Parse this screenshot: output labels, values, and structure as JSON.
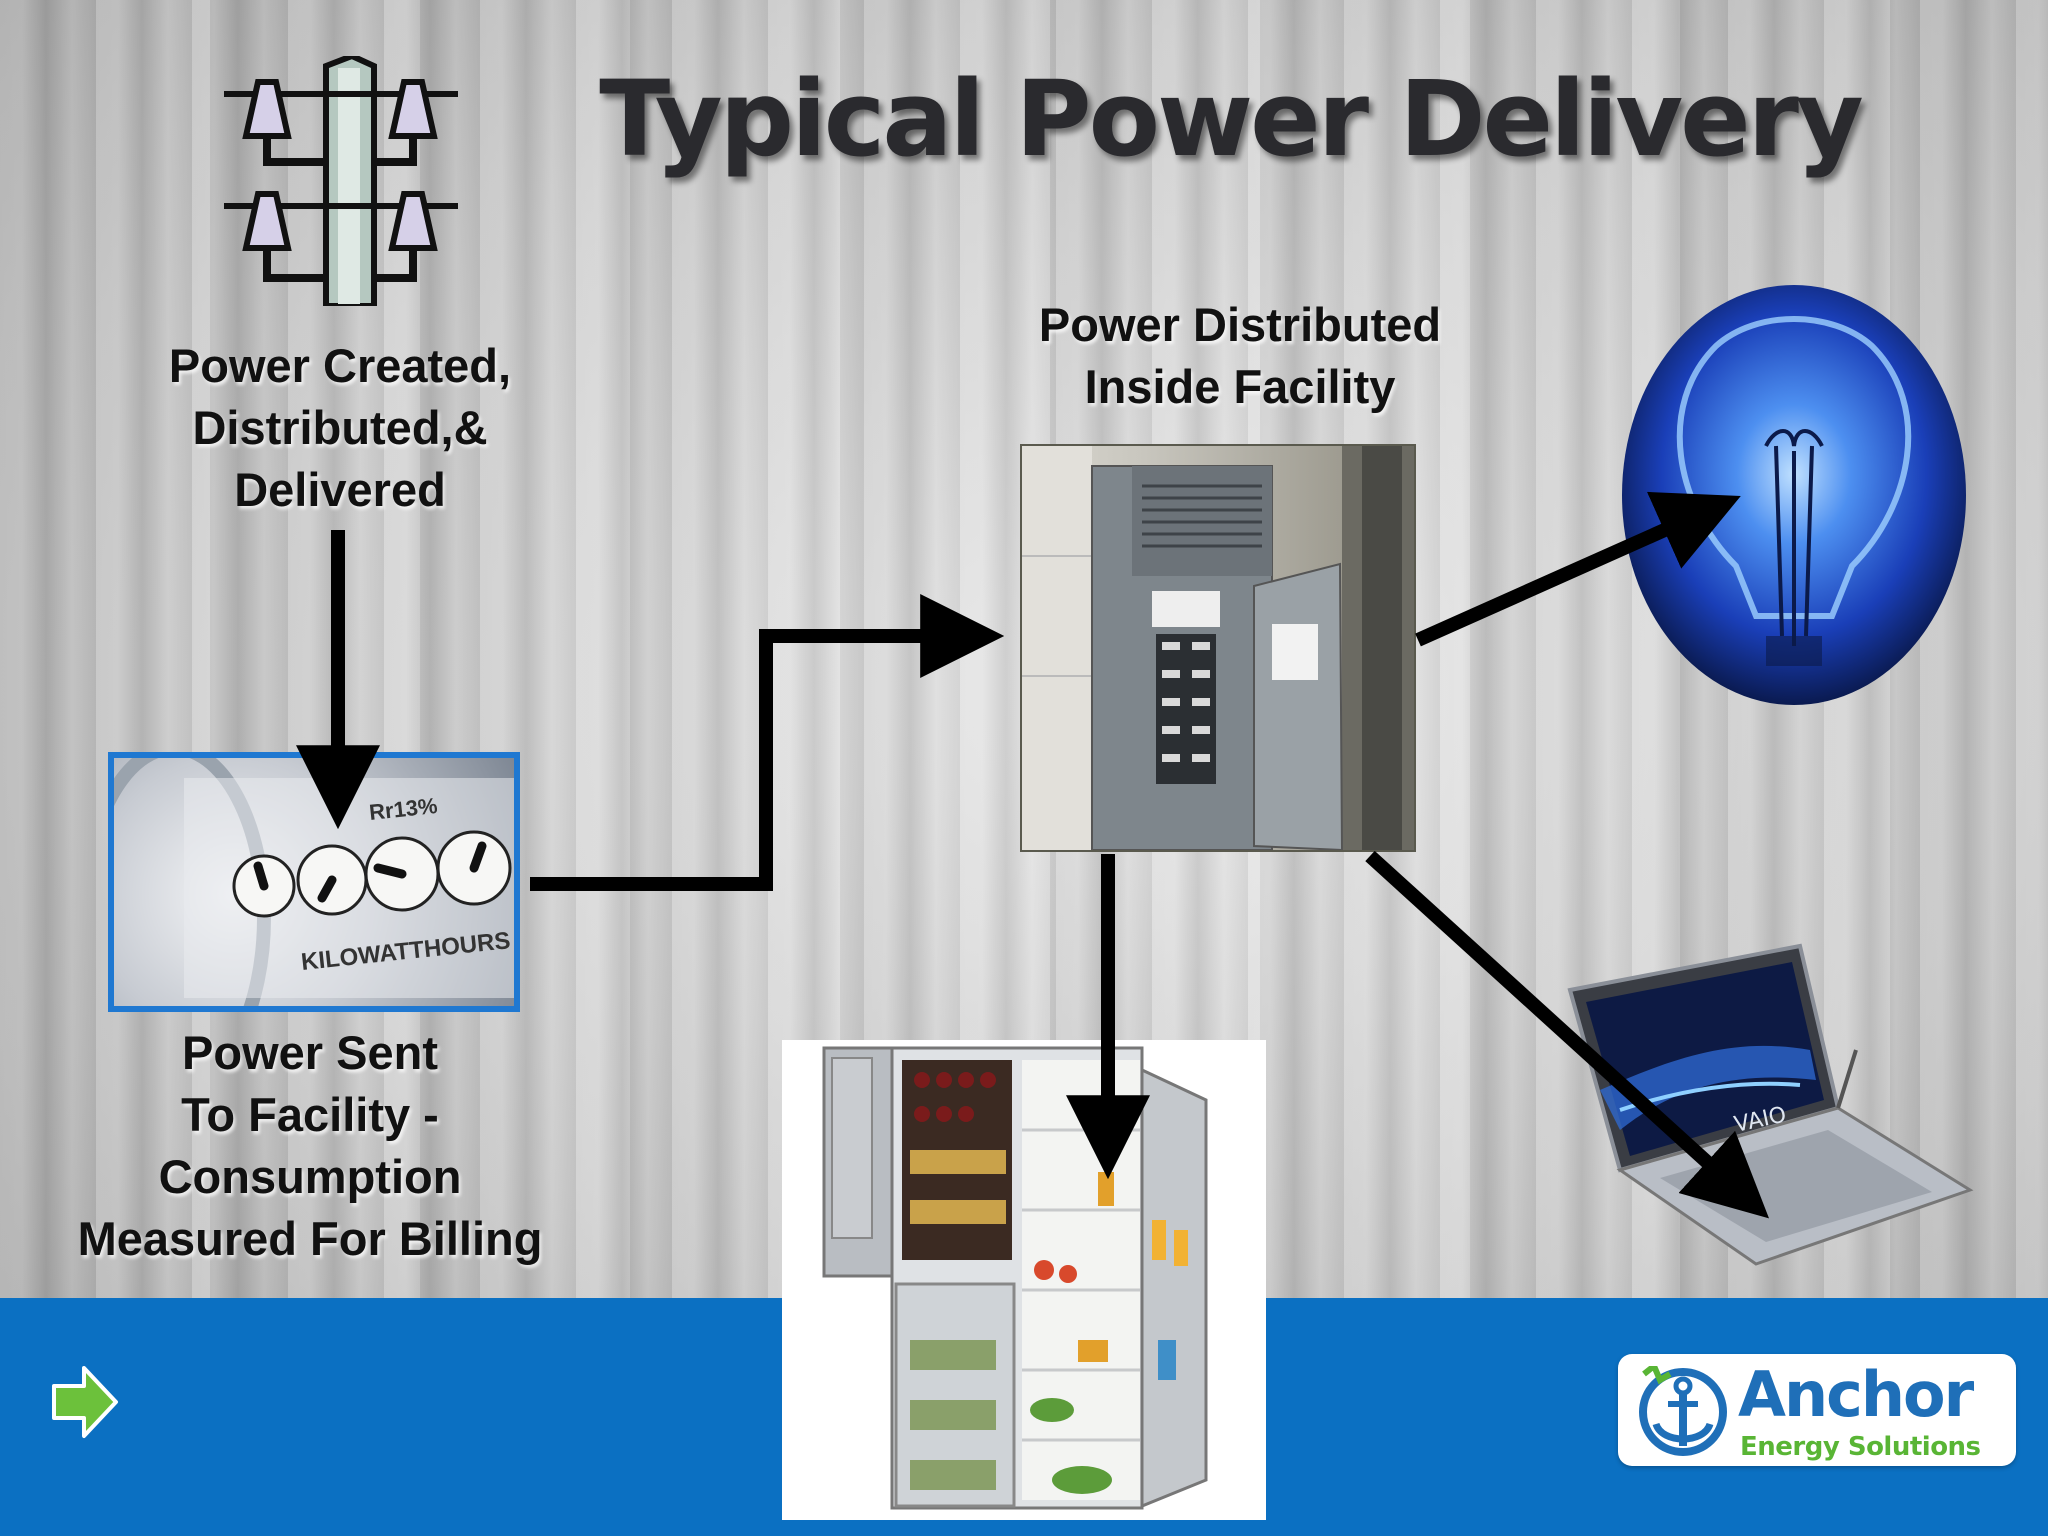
{
  "slide": {
    "title": "Typical Power Delivery"
  },
  "labels": {
    "created": [
      "Power Created,",
      "Distributed,&",
      "Delivered"
    ],
    "sent": [
      "Power Sent",
      "To Facility -",
      "Consumption",
      "Measured For Billing"
    ],
    "distributed": [
      "Power Distributed",
      "Inside Facility"
    ]
  },
  "meter": {
    "brand_mark": "Rr13%",
    "dial_text": "KILOWATTHOURS"
  },
  "laptop": {
    "brand": "VAIO"
  },
  "logo": {
    "name": "Anchor",
    "tagline": "Energy Solutions"
  },
  "icons": {
    "pylon": "power-line-pylon-icon",
    "next": "green-next-arrow-icon",
    "anchor": "anchor-icon"
  },
  "colors": {
    "footer": "#0b70c2",
    "meter_border": "#1f78d1",
    "logo_blue": "#1f6fb8",
    "logo_green": "#59b535",
    "bulb_blue": "#1a5bd8",
    "next_arrow": "#6cc13b"
  }
}
